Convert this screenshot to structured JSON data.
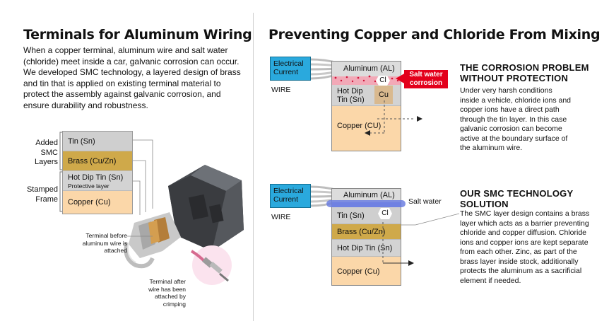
{
  "left": {
    "title": "Terminals for Aluminum Wiring",
    "intro": "When a copper terminal, aluminum wire and salt water (chloride) meet inside a car, galvanic corrosion can occur. We developed SMC technology, a layered design of brass and tin that is applied on existing terminal material to protect the assembly against galvanic corrosion, and ensure durability and robustness.",
    "brace_added": [
      "Added",
      "SMC",
      "Layers"
    ],
    "brace_stamped": [
      "Stamped",
      "Frame"
    ],
    "layers": {
      "tin": "Tin (Sn)",
      "brass": "Brass (Cu/Zn)",
      "hotdip": "Hot Dip Tin (Sn)",
      "hotdip_sub": "Protective layer",
      "copper": "Copper (Cu)"
    },
    "caption_before": [
      "Terminal before",
      "aluminum wire is",
      "attached"
    ],
    "caption_after": [
      "Terminal after",
      "wire has been",
      "attached by",
      "crimping"
    ]
  },
  "right": {
    "title": "Preventing Copper and Chloride From Mixing",
    "top": {
      "wire_label": [
        "Electrical",
        "Current"
      ],
      "wire_word": "WIRE",
      "aluminum": "Aluminum (AL)",
      "cl": "Cl",
      "hotdip": [
        "Hot Dip",
        "Tin (Sn)"
      ],
      "cu": "Cu",
      "copper": "Copper (CU)",
      "salt_tag": [
        "Salt water",
        "corrosion"
      ],
      "heading": [
        "THE CORROSION PROBLEM",
        "WITHOUT PROTECTION"
      ],
      "text": [
        "Under very harsh conditions",
        "inside a vehicle, chloride ions and",
        "copper ions have a direct path",
        "through the tin layer. In this case",
        "galvanic corrosion can become",
        "active at the boundary surface of",
        "the aluminum wire."
      ]
    },
    "bottom": {
      "wire_label": [
        "Electrical",
        "Current"
      ],
      "wire_word": "WIRE",
      "aluminum": "Aluminum (AL)",
      "salt": "Salt water",
      "tin": "Tin (Sn)",
      "cl": "Cl",
      "brass": "Brass (Cu/Zn)",
      "hotdip": "Hot Dip Tin (Sn)",
      "copper": "Copper (Cu)",
      "heading": [
        "OUR SMC TECHNOLOGY",
        "SOLUTION"
      ],
      "text": [
        "The SMC layer design contains a brass",
        "layer which acts as a barrier preventing",
        "chloride and copper diffusion. Chloride",
        "ions and copper ions are kept separate",
        "from each other. Zinc, as part of the",
        "brass layer inside stock, additionally",
        "protects the aluminum as a sacrificial",
        "element if needed."
      ]
    }
  },
  "colors": {
    "tin": "#cfcfcf",
    "brass": "#cfa94a",
    "hotdip": "#d3d3d3",
    "copper": "#fbd7a9",
    "wire_blue": "#2aa9dd",
    "salt_red": "#e3001b",
    "salt_band": "#6c7fe0",
    "cu_block": "#d9b98f"
  }
}
